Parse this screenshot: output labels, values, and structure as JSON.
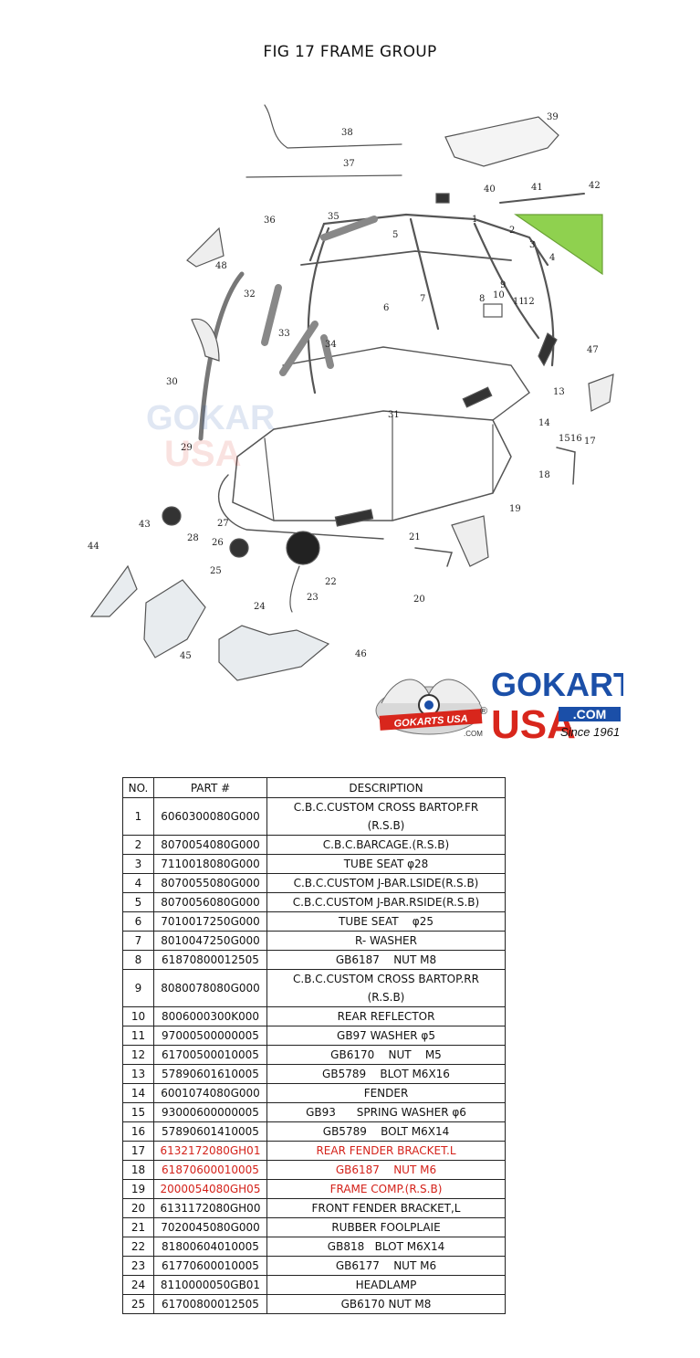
{
  "figure": {
    "title": "FIG 17 FRAME GROUP"
  },
  "logo": {
    "line1": "GOKARTS",
    "line2": "USA",
    "dotcom": ".COM",
    "since": "Since 1961",
    "badge": "GOKARTS USA",
    "badge_sub": ".COM",
    "registered": "®"
  },
  "callouts": [
    "1",
    "2",
    "3",
    "4",
    "5",
    "6",
    "7",
    "8",
    "9",
    "10",
    "11",
    "12",
    "13",
    "14",
    "15",
    "16",
    "17",
    "18",
    "19",
    "20",
    "21",
    "22",
    "23",
    "24",
    "25",
    "26",
    "27",
    "28",
    "29",
    "30",
    "31",
    "32",
    "33",
    "34",
    "35",
    "36",
    "37",
    "38",
    "39",
    "40",
    "41",
    "42",
    "43",
    "44",
    "45",
    "46",
    "47",
    "48"
  ],
  "colors": {
    "red": "#d4221a",
    "logo_blue": "#1b4fa8",
    "logo_red": "#d8261c",
    "fender_green": "#8fd14f"
  },
  "table": {
    "headers": [
      "NO.",
      "PART #",
      "DESCRIPTION"
    ],
    "rows": [
      {
        "no": "1",
        "part": "6060300080G000",
        "desc": "C.B.C.CUSTOM CROSS BARTOP.FR",
        "desc2": "(R.S.B)",
        "red": false
      },
      {
        "no": "2",
        "part": "8070054080G000",
        "desc": "C.B.C.BARCAGE.(R.S.B)",
        "desc2": "",
        "red": false
      },
      {
        "no": "3",
        "part": "7110018080G000",
        "desc": "TUBE SEAT φ28",
        "desc2": "",
        "red": false
      },
      {
        "no": "4",
        "part": "8070055080G000",
        "desc": "C.B.C.CUSTOM J-BAR.LSIDE(R.S.B)",
        "desc2": "",
        "red": false
      },
      {
        "no": "5",
        "part": "8070056080G000",
        "desc": "C.B.C.CUSTOM J-BAR.RSIDE(R.S.B)",
        "desc2": "",
        "red": false
      },
      {
        "no": "6",
        "part": "7010017250G000",
        "desc": "TUBE SEAT    φ25",
        "desc2": "",
        "red": false
      },
      {
        "no": "7",
        "part": "8010047250G000",
        "desc": "R- WASHER",
        "desc2": "",
        "red": false
      },
      {
        "no": "8",
        "part": "61870800012505",
        "desc": "GB6187    NUT M8",
        "desc2": "",
        "red": false
      },
      {
        "no": "9",
        "part": "8080078080G000",
        "desc": "C.B.C.CUSTOM CROSS BARTOP.RR",
        "desc2": "(R.S.B)",
        "red": false
      },
      {
        "no": "10",
        "part": "8006000300K000",
        "desc": "REAR REFLECTOR",
        "desc2": "",
        "red": false
      },
      {
        "no": "11",
        "part": "97000500000005",
        "desc": "GB97 WASHER φ5",
        "desc2": "",
        "red": false
      },
      {
        "no": "12",
        "part": "61700500010005",
        "desc": "GB6170    NUT    M5",
        "desc2": "",
        "red": false
      },
      {
        "no": "13",
        "part": "57890601610005",
        "desc": "GB5789    BLOT M6X16",
        "desc2": "",
        "red": false
      },
      {
        "no": "14",
        "part": "6001074080G000",
        "desc": "FENDER",
        "desc2": "",
        "red": false
      },
      {
        "no": "15",
        "part": "93000600000005",
        "desc": "GB93      SPRING WASHER φ6",
        "desc2": "",
        "red": false
      },
      {
        "no": "16",
        "part": "57890601410005",
        "desc": "GB5789    BOLT M6X14",
        "desc2": "",
        "red": false
      },
      {
        "no": "17",
        "part": "6132172080GH01",
        "desc": "REAR FENDER BRACKET.L",
        "desc2": "",
        "red": true
      },
      {
        "no": "18",
        "part": "61870600010005",
        "desc": "GB6187    NUT M6",
        "desc2": "",
        "red": true
      },
      {
        "no": "19",
        "part": "2000054080GH05",
        "desc": "FRAME COMP.(R.S.B)",
        "desc2": "",
        "red": true
      },
      {
        "no": "20",
        "part": "6131172080GH00",
        "desc": "FRONT FENDER BRACKET,L",
        "desc2": "",
        "red": false
      },
      {
        "no": "21",
        "part": "7020045080G000",
        "desc": "RUBBER FOOLPLAIE",
        "desc2": "",
        "red": false
      },
      {
        "no": "22",
        "part": "81800604010005",
        "desc": "GB818   BLOT M6X14",
        "desc2": "",
        "red": false
      },
      {
        "no": "23",
        "part": "61770600010005",
        "desc": "GB6177    NUT M6",
        "desc2": "",
        "red": false
      },
      {
        "no": "24",
        "part": "8110000050GB01",
        "desc": "HEADLAMP",
        "desc2": "",
        "red": false
      },
      {
        "no": "25",
        "part": "61700800012505",
        "desc": "GB6170 NUT M8",
        "desc2": "",
        "red": false
      }
    ]
  }
}
